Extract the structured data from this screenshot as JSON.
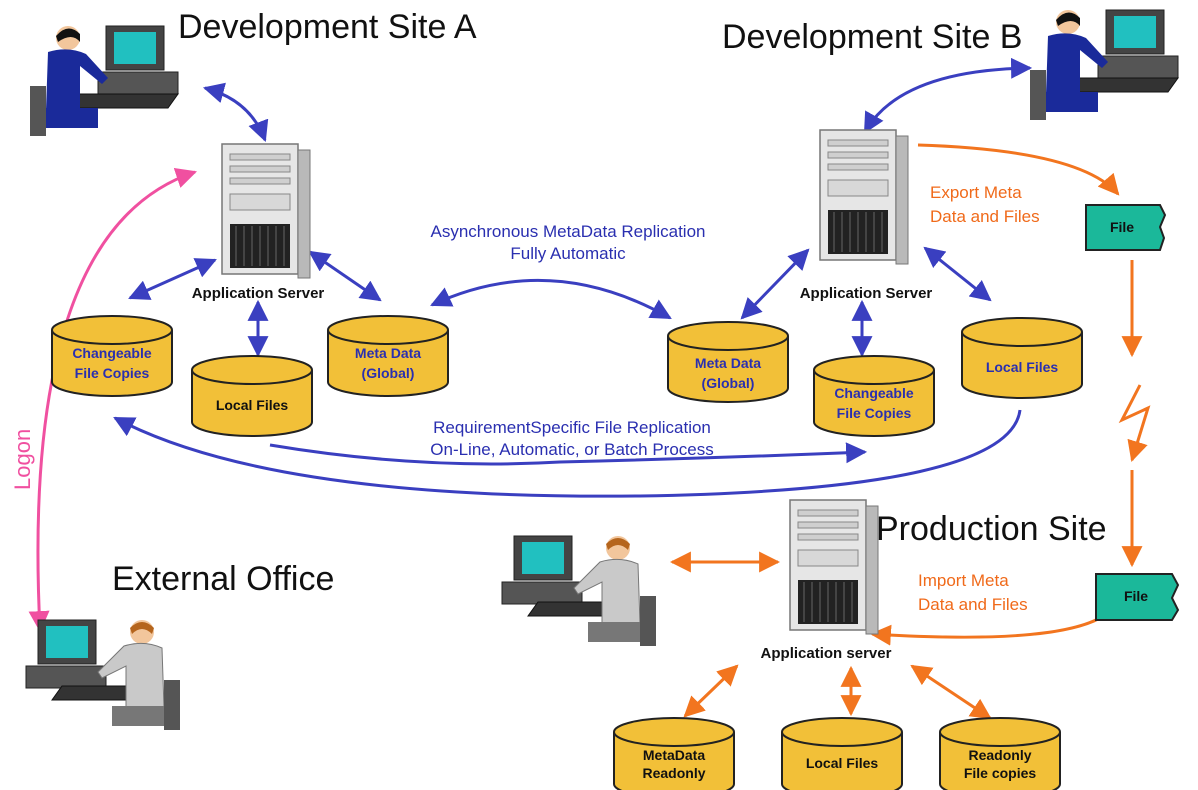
{
  "colors": {
    "blue_arrow": "#3a3fc0",
    "orange_arrow": "#f2751f",
    "pink_arrow": "#f050a0",
    "db_fill": "#f2c038",
    "file_fill": "#1bb89a",
    "person_suit": "#1a2a9a"
  },
  "sites": {
    "a": "Development Site A",
    "b": "Development Site B",
    "production": "Production Site",
    "external": "External Office"
  },
  "servers": {
    "a": "Application Server",
    "b": "Application Server",
    "prod": "Application server"
  },
  "databases": {
    "a_changeable": [
      "Changeable",
      "File Copies"
    ],
    "a_local": [
      "Local Files"
    ],
    "a_meta": [
      "Meta Data",
      "(Global)"
    ],
    "b_meta": [
      "Meta Data",
      "(Global)"
    ],
    "b_changeable": [
      "Changeable",
      "File Copies"
    ],
    "b_local": [
      "Local Files"
    ],
    "prod_meta": [
      "MetaData",
      "Readonly"
    ],
    "prod_local": [
      "Local Files"
    ],
    "prod_readonly": [
      "Readonly",
      "File copies"
    ]
  },
  "files": {
    "export": "File",
    "import": "File"
  },
  "labels": {
    "async_1": "Asynchronous MetaData Replication",
    "async_2": "Fully Automatic",
    "req_1": "RequirementSpecific File Replication",
    "req_2": "On-Line, Automatic, or Batch Process",
    "export_1": "Export Meta",
    "export_2": "Data and Files",
    "import_1": "Import Meta",
    "import_2": "Data and Files",
    "logon": "Logon"
  }
}
